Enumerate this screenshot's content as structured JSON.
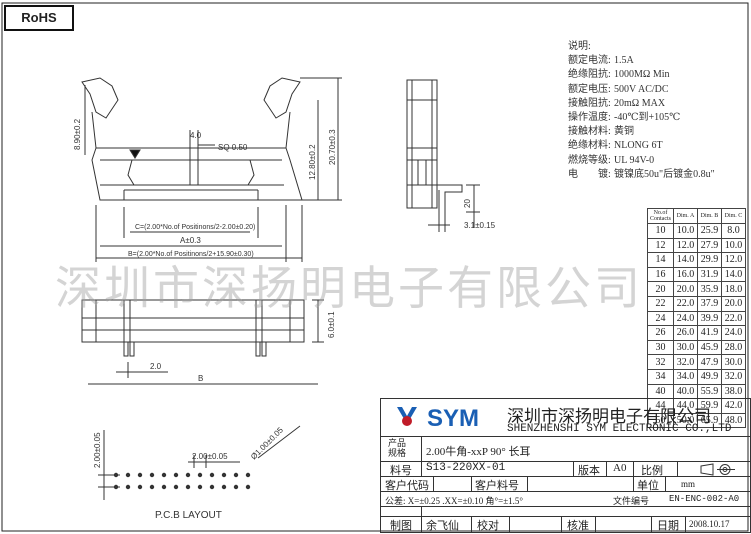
{
  "rohs": "RoHS",
  "watermark": "深圳市深扬明电子有限公司",
  "notes": {
    "title": "说明:",
    "rows": [
      {
        "k": "额定电流:",
        "v": "1.5A"
      },
      {
        "k": "绝缘阻抗:",
        "v": "1000MΩ Min"
      },
      {
        "k": "额定电压:",
        "v": "500V AC/DC"
      },
      {
        "k": "接触阻抗:",
        "v": "20mΩ MAX"
      },
      {
        "k": "操作温度:",
        "v": "-40℃到+105℃"
      },
      {
        "k": "接触材料:",
        "v": "黄铜"
      },
      {
        "k": "绝缘材料:",
        "v": "NLONG 6T"
      },
      {
        "k": "燃烧等级:",
        "v": "UL 94V-0"
      },
      {
        "k": "电　　镀:",
        "v": "镀镍底50u\"后镀金0.8u\""
      }
    ]
  },
  "dim_table": {
    "headers": [
      "No.of Contacts",
      "Dim. A",
      "Dim. B",
      "Dim. C"
    ],
    "rows": [
      [
        "10",
        "10.0",
        "25.9",
        "8.0"
      ],
      [
        "12",
        "12.0",
        "27.9",
        "10.0"
      ],
      [
        "14",
        "14.0",
        "29.9",
        "12.0"
      ],
      [
        "16",
        "16.0",
        "31.9",
        "14.0"
      ],
      [
        "20",
        "20.0",
        "35.9",
        "18.0"
      ],
      [
        "22",
        "22.0",
        "37.9",
        "20.0"
      ],
      [
        "24",
        "24.0",
        "39.9",
        "22.0"
      ],
      [
        "26",
        "26.0",
        "41.9",
        "24.0"
      ],
      [
        "30",
        "30.0",
        "45.9",
        "28.0"
      ],
      [
        "32",
        "32.0",
        "47.9",
        "30.0"
      ],
      [
        "34",
        "34.0",
        "49.9",
        "32.0"
      ],
      [
        "40",
        "40.0",
        "55.9",
        "38.0"
      ],
      [
        "44",
        "44.0",
        "59.9",
        "42.0"
      ],
      [
        "50",
        "50.0",
        "65.9",
        "48.0"
      ]
    ]
  },
  "drawing": {
    "dim_8_90": "8.90±0.2",
    "dim_12_80": "12.80±0.2",
    "dim_20_70": "20.70±0.3",
    "dim_4_0": "4.0",
    "sq": "SQ 0.50",
    "dim_c": "C=(2.00*No.of Positinons/2-2.00±0.20)",
    "dim_a": "A±0.3",
    "dim_b": "B=(2.00*No.of Positinons/2+15.90±0.30)",
    "dim_20": "20",
    "dim_3_1": "3.1±0.15",
    "dim_6_0": "6.0±0.1",
    "dim_2_0": "2.0",
    "label_b": "B",
    "pcb_2_00_v": "2.00±0.05",
    "pcb_2_00_h": "2.00±0.05",
    "pcb_hole": "Ø1.00±0.05",
    "pcb_layout": "P.C.B LAYOUT"
  },
  "title_block": {
    "company_cn": "深圳市深扬明电子有限公司",
    "company_en": "SHENZHENSHI SYM ELECTRONIC CO.,LTD",
    "logo_text": "SYM",
    "product_label": "产品\n规格",
    "product_value": "2.00牛角-xxP 90° 长耳",
    "part_label": "料号",
    "part_value": "S13-220XX-01",
    "version_label": "版本",
    "version_value": "A0",
    "scale_label": "比例",
    "cust_code_label": "客户代码",
    "cust_part_label": "客户料号",
    "unit_label": "单位",
    "unit_value": "mm",
    "tolerance": "公差: X=±0.25  .XX=±0.10  角°=±1.5°",
    "doc_no_label": "文件编号",
    "doc_no_value": "EN-ENC-002-A0",
    "draw_label": "制图",
    "draw_value": "余飞仙",
    "check_label": "校对",
    "approve_label": "核准",
    "date_label": "日期",
    "date_value": "2008.10.17"
  }
}
